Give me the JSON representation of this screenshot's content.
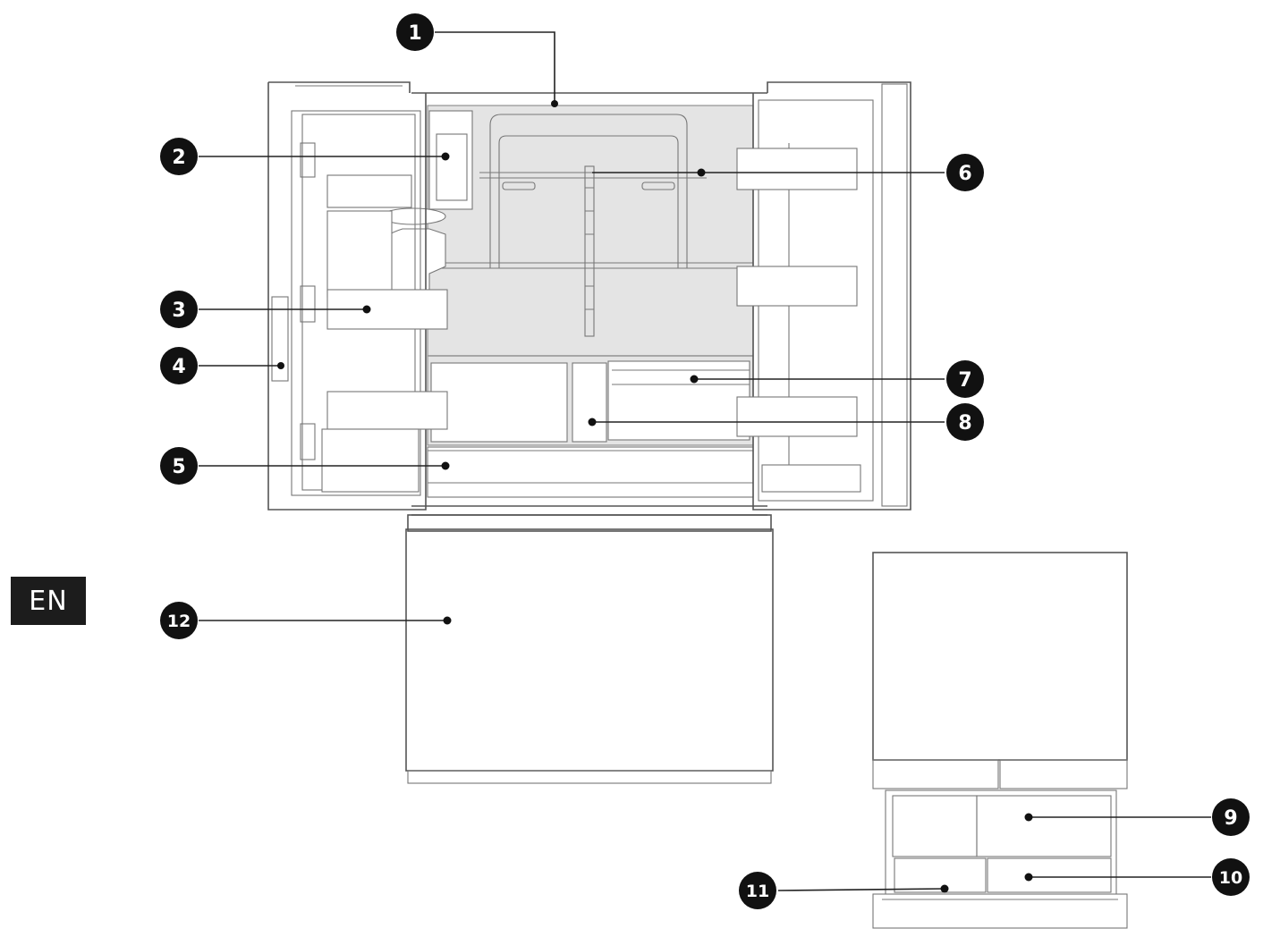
{
  "language_badge": "EN",
  "callouts": [
    {
      "id": "callout-1",
      "number": "1"
    },
    {
      "id": "callout-2",
      "number": "2"
    },
    {
      "id": "callout-3",
      "number": "3"
    },
    {
      "id": "callout-4",
      "number": "4"
    },
    {
      "id": "callout-5",
      "number": "5"
    },
    {
      "id": "callout-6",
      "number": "6"
    },
    {
      "id": "callout-7",
      "number": "7"
    },
    {
      "id": "callout-8",
      "number": "8"
    },
    {
      "id": "callout-9",
      "number": "9"
    },
    {
      "id": "callout-10",
      "number": "10"
    },
    {
      "id": "callout-11",
      "number": "11"
    },
    {
      "id": "callout-12",
      "number": "12"
    }
  ]
}
